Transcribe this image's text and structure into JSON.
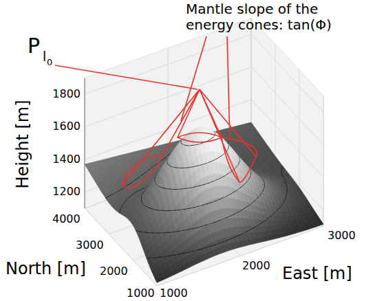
{
  "diagram": {
    "labels": [
      "P",
      "l",
      "0",
      "Mantle slope of the energy cones: tan(Φ)",
      "1800",
      "1600",
      "1400",
      "1200",
      "Height [m]",
      "4000",
      "3000",
      "2000",
      "1000",
      "North [m]",
      "1000",
      "2000",
      "3000",
      "East [m]"
    ]
  }
}
